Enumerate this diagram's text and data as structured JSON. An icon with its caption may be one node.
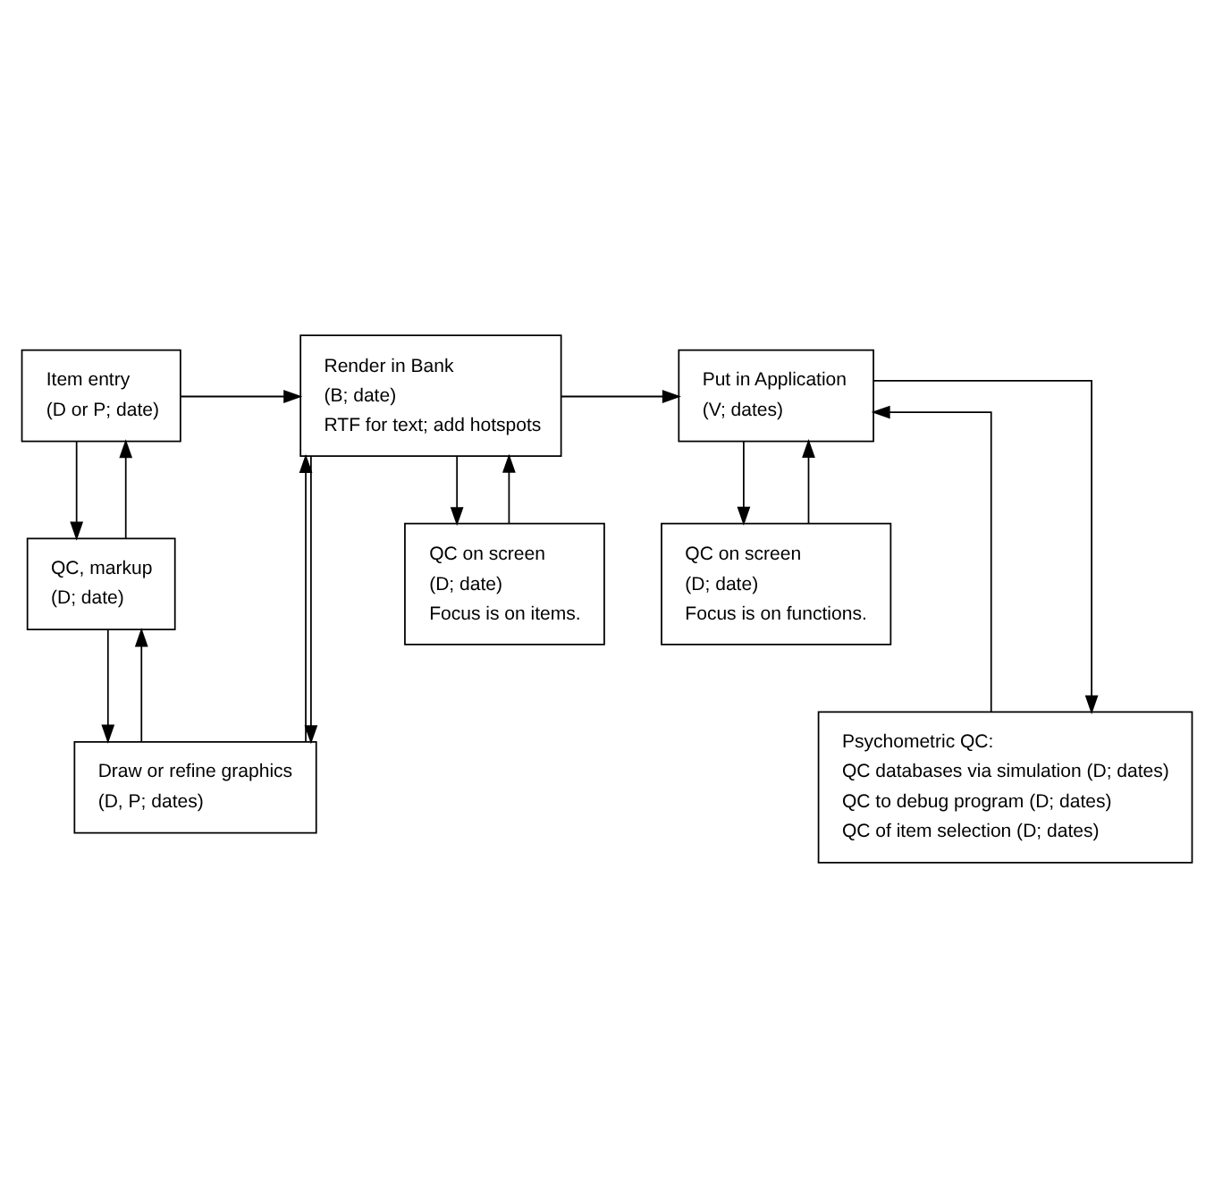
{
  "diagram": {
    "nodes": [
      {
        "text": [
          "Item entry",
          "(D or P; date)"
        ]
      },
      {
        "text": [
          "QC, markup",
          "(D; date)"
        ]
      },
      {
        "text": [
          "Draw or refine graphics",
          "(D, P; dates)"
        ]
      },
      {
        "text": [
          "Render in Bank",
          "(B; date)",
          "RTF for text; add hotspots"
        ]
      },
      {
        "text": [
          "QC on screen",
          "(D; date)",
          "Focus is on items."
        ]
      },
      {
        "text": [
          "Put in Application",
          "(V; dates)"
        ]
      },
      {
        "text": [
          "QC on screen",
          "(D; date)",
          "Focus is on functions."
        ]
      },
      {
        "text": [
          "Psychometric QC:",
          "QC databases via simulation (D; dates)",
          "QC to debug program (D; dates)",
          "QC of item selection (D; dates)"
        ]
      }
    ],
    "edges": [
      {
        "from": 0,
        "to": 3,
        "arrow": "to"
      },
      {
        "from": 0,
        "to": 1,
        "arrow": "to"
      },
      {
        "from": 1,
        "to": 0,
        "arrow": "to"
      },
      {
        "from": 1,
        "to": 2,
        "arrow": "to"
      },
      {
        "from": 2,
        "to": 1,
        "arrow": "to"
      },
      {
        "from": 3,
        "to": 2,
        "arrow": "to"
      },
      {
        "from": 2,
        "to": 3,
        "arrow": "to"
      },
      {
        "from": 3,
        "to": 4,
        "arrow": "to"
      },
      {
        "from": 4,
        "to": 3,
        "arrow": "to"
      },
      {
        "from": 3,
        "to": 5,
        "arrow": "to"
      },
      {
        "from": 5,
        "to": 7,
        "arrow": "to"
      },
      {
        "from": 7,
        "to": 5,
        "arrow": "to"
      },
      {
        "from": 5,
        "to": 6,
        "arrow": "to"
      },
      {
        "from": 6,
        "to": 5,
        "arrow": "to"
      }
    ]
  }
}
